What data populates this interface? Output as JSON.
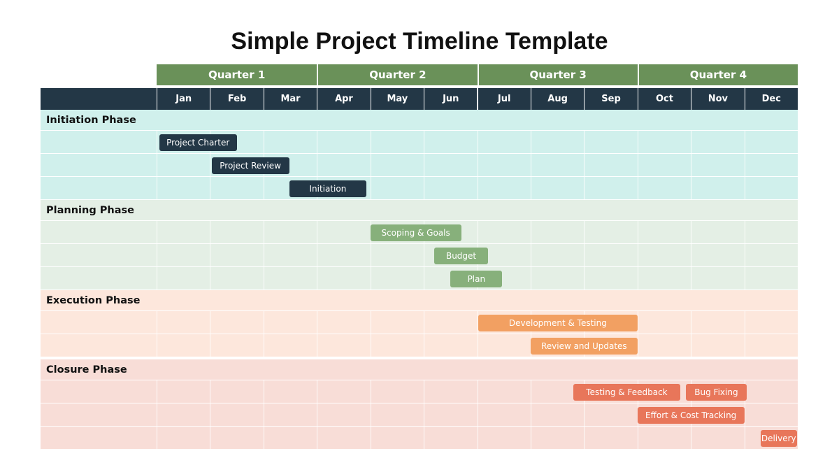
{
  "title": "Simple Project Timeline Template",
  "quarters": [
    "Quarter 1",
    "Quarter 2",
    "Quarter 3",
    "Quarter 4"
  ],
  "months": [
    "Jan",
    "Feb",
    "Mar",
    "Apr",
    "May",
    "Jun",
    "Jul",
    "Aug",
    "Sep",
    "Oct",
    "Nov",
    "Dec"
  ],
  "colors": {
    "quarter_header": "#6a9159",
    "month_header": "#233746",
    "initiation_bg": "#d0f0ec",
    "planning_bg": "#e4efe5",
    "execution_bg": "#fde7dc",
    "closure_bg": "#f8ddd7",
    "initiation_task": "#233746",
    "planning_task": "#87b07b",
    "execution_task": "#f2a062",
    "closure_task": "#e8765a"
  },
  "phases": [
    {
      "key": "initiation",
      "label": "Initiation Phase",
      "tasks": [
        {
          "label": "Project Charter",
          "start": 0.05,
          "end": 1.5
        },
        {
          "label": "Project Review",
          "start": 1.03,
          "end": 2.48
        },
        {
          "label": "Initiation",
          "start": 2.48,
          "end": 3.93
        }
      ]
    },
    {
      "key": "planning",
      "label": "Planning Phase",
      "tasks": [
        {
          "label": "Scoping & Goals",
          "start": 4.0,
          "end": 5.7
        },
        {
          "label": "Budget",
          "start": 5.2,
          "end": 6.2
        },
        {
          "label": "Plan",
          "start": 5.5,
          "end": 6.47
        }
      ]
    },
    {
      "key": "execution",
      "label": "Execution Phase",
      "tasks": [
        {
          "label": "Development & Testing",
          "start": 6.02,
          "end": 9.0
        },
        {
          "label": "Review and Updates",
          "start": 7.0,
          "end": 9.0
        }
      ]
    },
    {
      "key": "closure",
      "label": "Closure Phase",
      "tasks": [
        {
          "label": "Testing & Feedback",
          "start": 7.8,
          "end": 9.8
        },
        {
          "label": "Bug Fixing",
          "start": 9.9,
          "end": 11.05
        },
        {
          "label": "Effort & Cost Tracking",
          "start": 9.0,
          "end": 11.0
        },
        {
          "label": "Delivery",
          "start": 11.3,
          "end": 12.45
        }
      ]
    }
  ]
}
